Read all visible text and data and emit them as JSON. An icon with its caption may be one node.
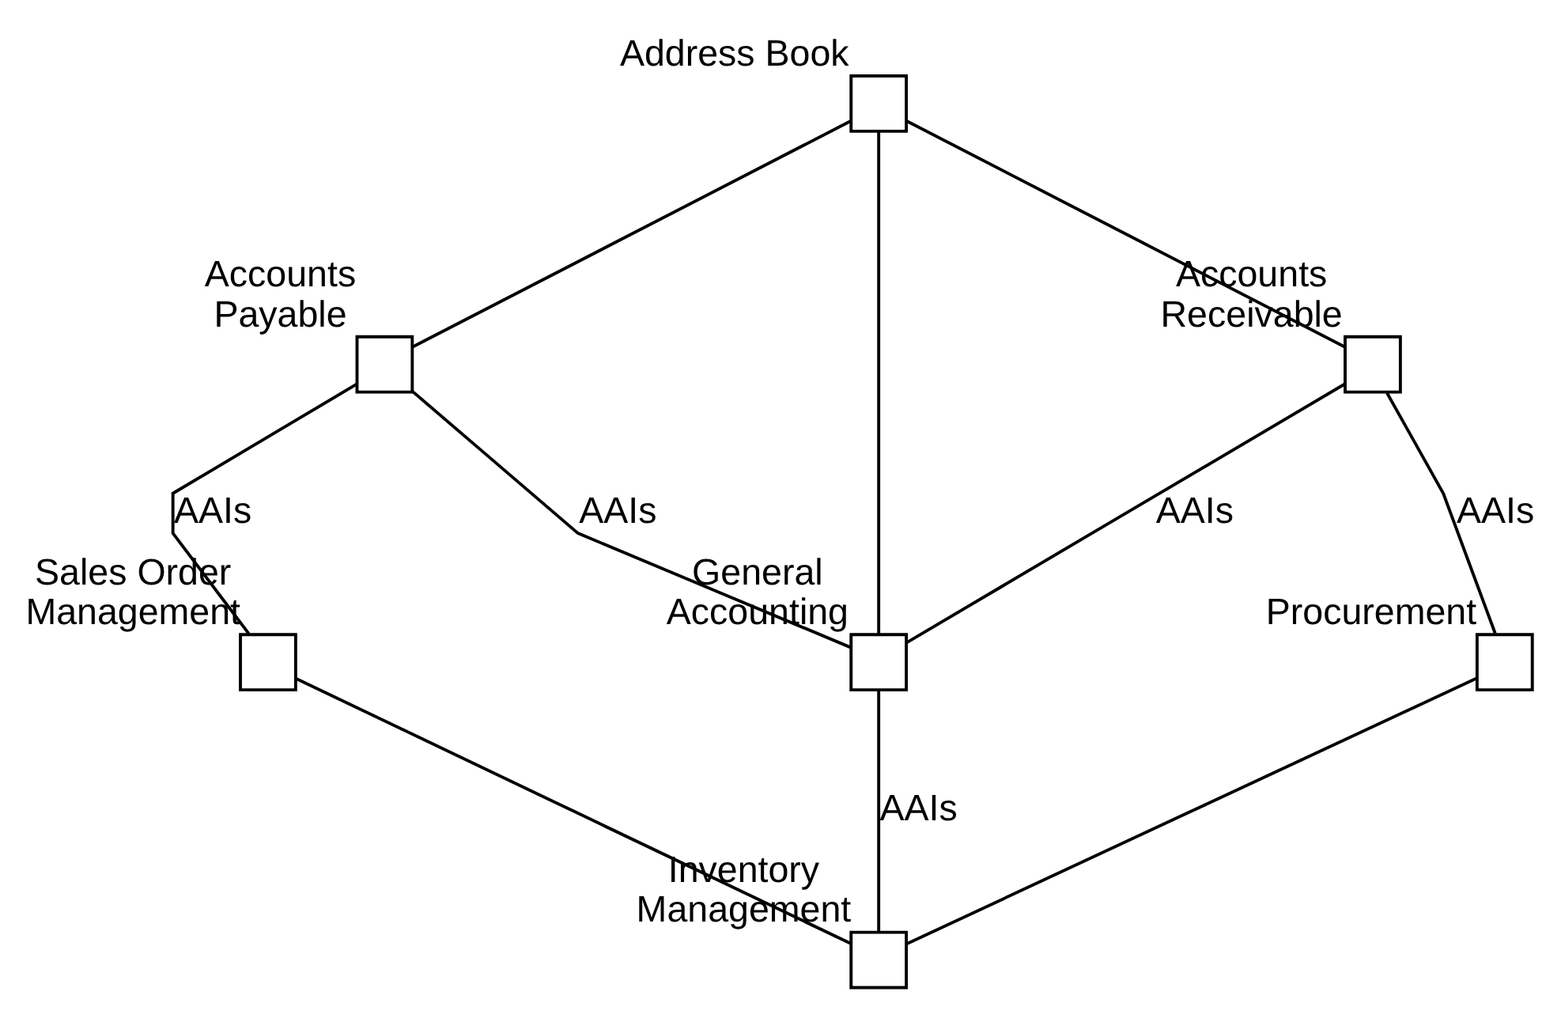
{
  "diagram": {
    "nodes": [
      {
        "text": [],
        "shape": "box",
        "beside": [
          "Address Book"
        ]
      },
      {
        "text": [],
        "shape": "box",
        "beside": [
          "Accounts Payable"
        ]
      },
      {
        "text": [],
        "shape": "box",
        "beside": [
          "Accounts Receivable"
        ]
      },
      {
        "text": [],
        "shape": "box",
        "beside": [
          "General Accounting"
        ]
      },
      {
        "text": [],
        "shape": "box",
        "beside": [
          "Sales Order Management"
        ]
      },
      {
        "text": [],
        "shape": "box",
        "beside": [
          "Procurement"
        ]
      },
      {
        "text": [],
        "shape": "box",
        "beside": [
          "Inventory Management"
        ]
      }
    ],
    "edges": [
      {
        "from": 0,
        "to": 1,
        "arrow": "none"
      },
      {
        "from": 0,
        "to": 2,
        "arrow": "none"
      },
      {
        "from": 0,
        "to": 3,
        "arrow": "none"
      },
      {
        "from": 1,
        "to": 4,
        "arrow": "none",
        "label": "AAIs"
      },
      {
        "from": 1,
        "to": 3,
        "arrow": "none",
        "label": "AAIs"
      },
      {
        "from": 2,
        "to": 3,
        "arrow": "none",
        "label": "AAIs"
      },
      {
        "from": 2,
        "to": 5,
        "arrow": "none",
        "label": "AAIs"
      },
      {
        "from": 3,
        "to": 6,
        "arrow": "none",
        "label": "AAIs"
      },
      {
        "from": 4,
        "to": 6,
        "arrow": "none"
      },
      {
        "from": 5,
        "to": 6,
        "arrow": "none"
      }
    ]
  }
}
